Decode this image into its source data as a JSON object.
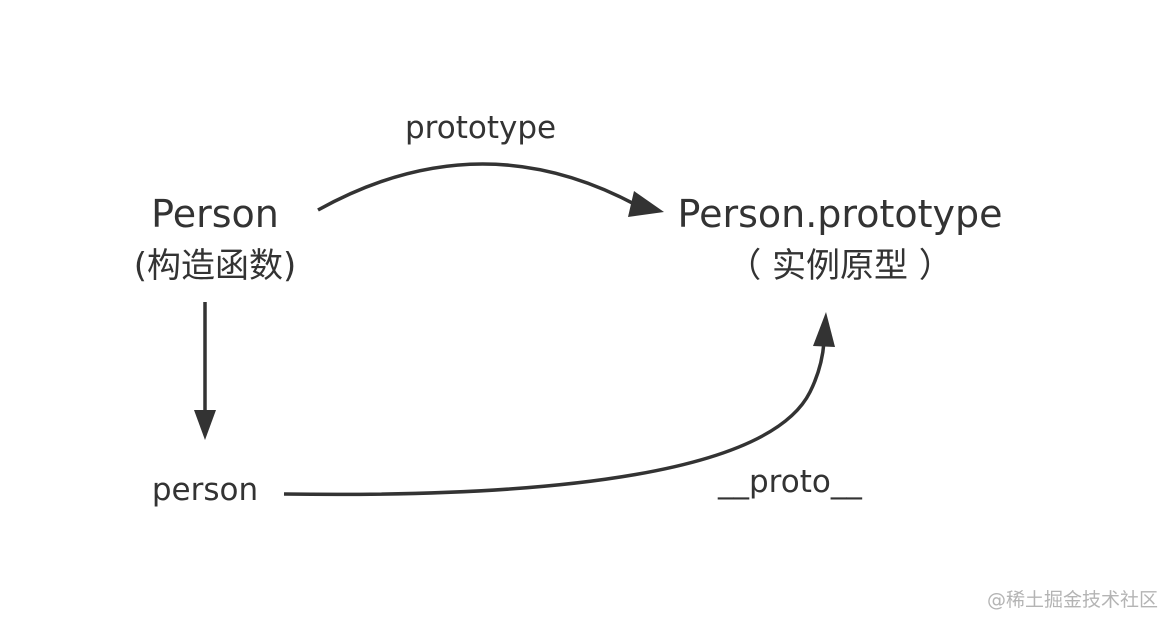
{
  "nodes": {
    "constructor": {
      "title": "Person",
      "subtitle": "(构造函数)"
    },
    "prototype": {
      "title": "Person.prototype",
      "subtitle": "（ 实例原型 ）"
    },
    "instance": {
      "title": "person"
    }
  },
  "edges": {
    "prototype_label": "prototype",
    "proto_label": "__proto__"
  },
  "watermark": "@稀土掘金技术社区",
  "colors": {
    "stroke": "#333333",
    "text": "#333333",
    "watermark": "#b4b4b4"
  }
}
